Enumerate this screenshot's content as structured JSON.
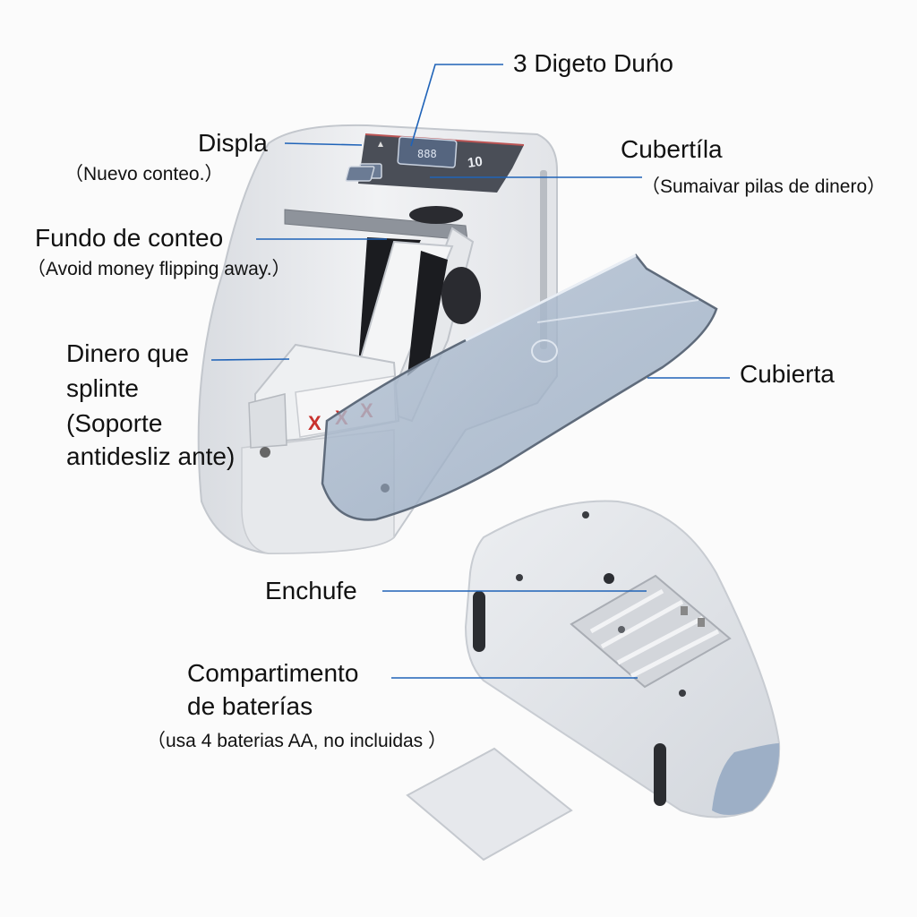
{
  "diagram": {
    "subject": "Mini portable banknote counter",
    "leader_color": "#1f63b8",
    "labels": {
      "digit_display": {
        "title": "3 Digeto Duńo"
      },
      "display": {
        "title": "Displa",
        "subtitle": "（Nuevo conteo.）"
      },
      "cover_top": {
        "title": "Cubertíla",
        "subtitle": "（Sumaivar pilas de dinero）"
      },
      "counting_bottom": {
        "title": "Fundo de conteo",
        "subtitle": "（Avoid money flipping away.）"
      },
      "money_support": {
        "title_line1": "Dinero que",
        "title_line2": "splinte",
        "subtitle_line1": "(Soporte",
        "subtitle_line2": "antidesliz ante)"
      },
      "cover": {
        "title": "Cubierta"
      },
      "plug": {
        "title": "Enchufe"
      },
      "battery": {
        "title_line1": "Compartimento",
        "title_line2": "de baterías",
        "subtitle": "（usa 4 baterias AA, no incluidas ）"
      }
    },
    "device_panel": {
      "display_text": "888",
      "count_badge": "10"
    },
    "sticker_marks": [
      "X",
      "X",
      "X"
    ]
  }
}
